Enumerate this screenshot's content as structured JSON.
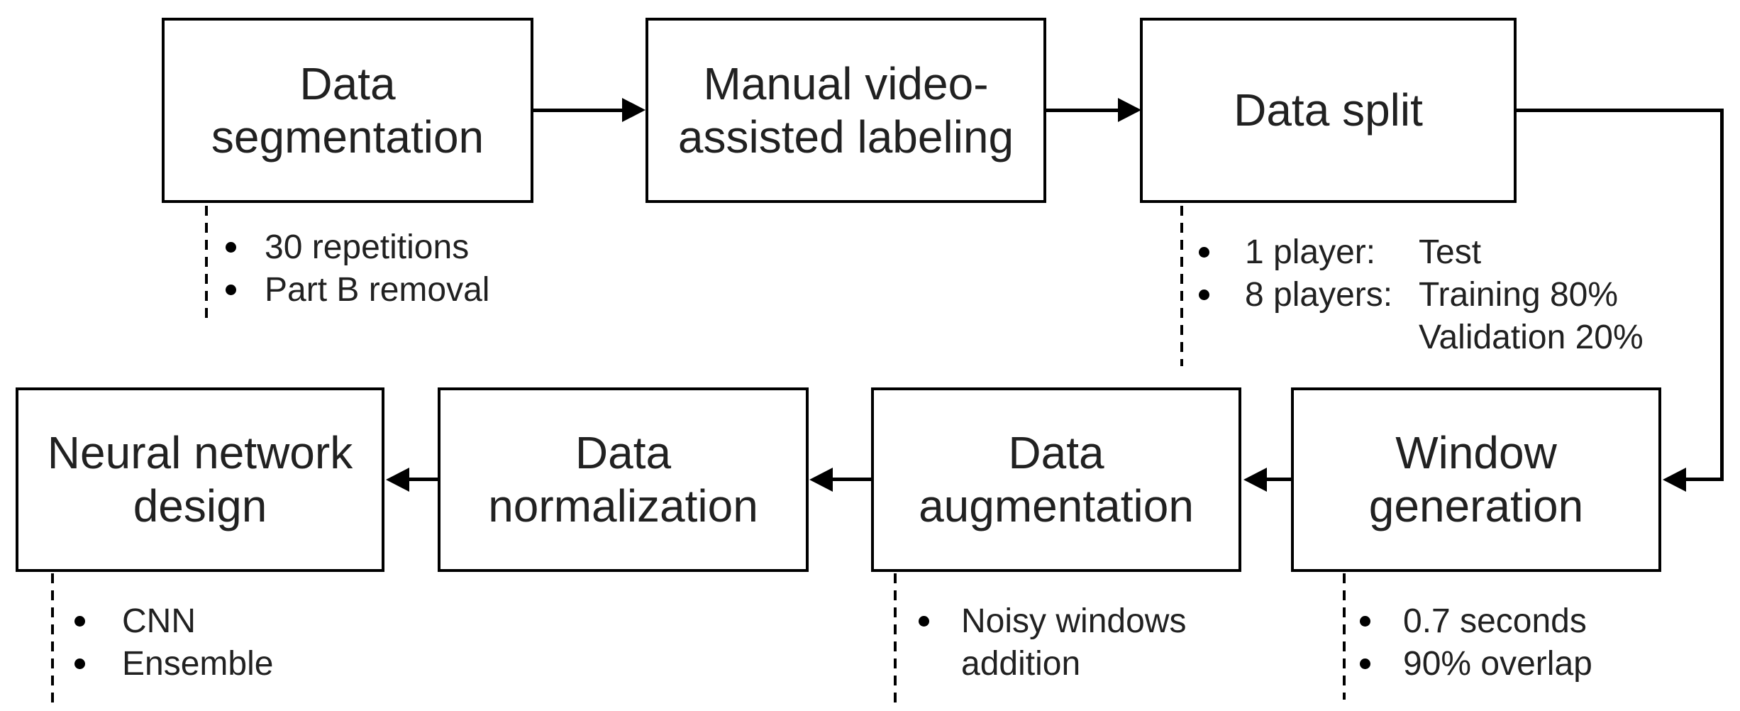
{
  "diagram": {
    "colors": {
      "stroke": "#000000",
      "text": "#212121",
      "background": "#ffffff"
    },
    "nodes": [
      {
        "id": "data-segmentation",
        "lines": [
          "Data",
          "segmentation"
        ]
      },
      {
        "id": "manual-labeling",
        "lines": [
          "Manual video-",
          "assisted labeling"
        ]
      },
      {
        "id": "data-split",
        "lines": [
          "Data split"
        ]
      },
      {
        "id": "window-generation",
        "lines": [
          "Window",
          "generation"
        ]
      },
      {
        "id": "data-augmentation",
        "lines": [
          "Data",
          "augmentation"
        ]
      },
      {
        "id": "data-normalization",
        "lines": [
          "Data",
          "normalization"
        ]
      },
      {
        "id": "neural-network-design",
        "lines": [
          "Neural network",
          "design"
        ]
      }
    ],
    "annotations": [
      {
        "id": "data-segmentation-notes",
        "items": [
          {
            "bullet": true,
            "text": "30 repetitions"
          },
          {
            "bullet": true,
            "text": "Part B removal"
          }
        ]
      },
      {
        "id": "data-split-notes",
        "rows": [
          {
            "bullet": true,
            "label": "1 player:",
            "value": "Test"
          },
          {
            "bullet": true,
            "label": "8 players:",
            "value": "Training 80%"
          },
          {
            "bullet": false,
            "label": "",
            "value": "Validation 20%"
          }
        ]
      },
      {
        "id": "window-generation-notes",
        "items": [
          {
            "bullet": true,
            "text": "0.7 seconds"
          },
          {
            "bullet": true,
            "text": "90% overlap"
          }
        ]
      },
      {
        "id": "data-augmentation-notes",
        "items": [
          {
            "bullet": true,
            "text": "Noisy windows"
          },
          {
            "bullet": false,
            "text": "addition"
          }
        ]
      },
      {
        "id": "neural-network-design-notes",
        "items": [
          {
            "bullet": true,
            "text": "CNN"
          },
          {
            "bullet": true,
            "text": "Ensemble"
          }
        ]
      }
    ]
  }
}
